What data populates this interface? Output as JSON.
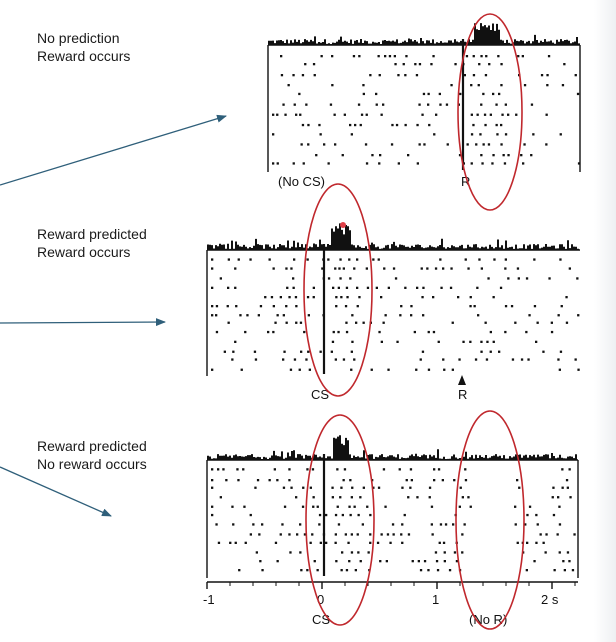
{
  "panels": [
    {
      "id": "top",
      "label_line1": "No prediction",
      "label_line2": "Reward occurs",
      "event_left_label": "(No CS)",
      "event_right_label": "R"
    },
    {
      "id": "middle",
      "label_line1": "Reward predicted",
      "label_line2": "Reward occurs",
      "event_left_label": "CS",
      "event_right_label": "R"
    },
    {
      "id": "bottom",
      "label_line1": "Reward predicted",
      "label_line2": "No reward occurs",
      "event_left_label": "CS",
      "event_right_label": "(No R)"
    }
  ],
  "x_axis": {
    "ticks": [
      "-1",
      "0",
      "1",
      "2 s"
    ]
  },
  "colors": {
    "arrow": "#2f5f7a",
    "ellipse": "#c0282d",
    "raster": "#111111"
  }
}
